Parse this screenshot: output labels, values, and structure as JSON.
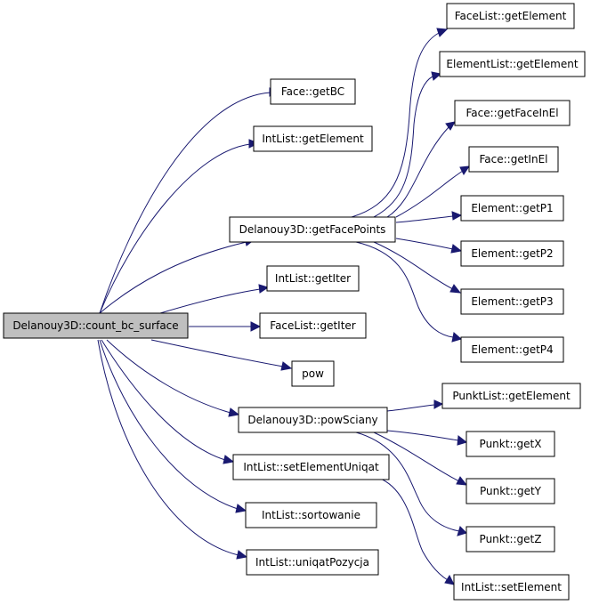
{
  "colors": {
    "edge": "#191970",
    "root_fill": "#bfbfbf",
    "node_fill": "#ffffff",
    "border": "#000000"
  },
  "nodes": {
    "root": "Delanouy3D::count_bc_surface",
    "face_getbc": "Face::getBC",
    "intlist_getelement": "IntList::getElement",
    "getfacepoints": "Delanouy3D::getFacePoints",
    "intlist_getiter": "IntList::getIter",
    "facelist_getiter": "FaceList::getIter",
    "pow": "pow",
    "powsciany": "Delanouy3D::powSciany",
    "setelementuniqat": "IntList::setElementUniqat",
    "sortowanie": "IntList::sortowanie",
    "uniqatpozycja": "IntList::uniqatPozycja",
    "facelist_getelement": "FaceList::getElement",
    "elementlist_getelement": "ElementList::getElement",
    "face_getfaceinel": "Face::getFaceInEl",
    "face_getinel": "Face::getInEl",
    "element_getp1": "Element::getP1",
    "element_getp2": "Element::getP2",
    "element_getp3": "Element::getP3",
    "element_getp4": "Element::getP4",
    "punktlist_getelement": "PunktList::getElement",
    "punkt_getx": "Punkt::getX",
    "punkt_gety": "Punkt::getY",
    "punkt_getz": "Punkt::getZ",
    "intlist_setelement": "IntList::setElement"
  }
}
